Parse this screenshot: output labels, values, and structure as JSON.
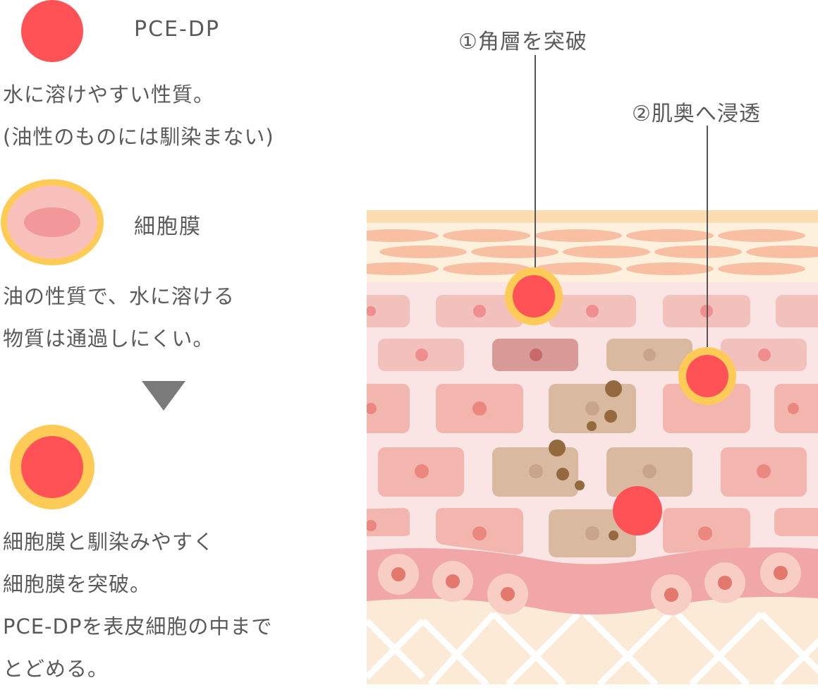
{
  "colors": {
    "pce_red": "#ff5257",
    "membrane_yellow": "#ffcb57",
    "membrane_inner": "#f7c0bb",
    "membrane_core": "#f2979a",
    "arrow_gray": "#7a7a7a",
    "stratum_base": "#fbe9d2",
    "corneocyte": "#f8bfa2",
    "epidermis_bg": "#fbe4e4",
    "cell": "#f3b6ae",
    "cell_nucleus": "#ea8880",
    "melanocyte": "#d9b9a0",
    "melanin": "#94693e",
    "basal_layer": "#f1a7a7",
    "dermis": "#fbebd6"
  },
  "legend": {
    "pce": {
      "icon": "pce-dp-molecule-icon",
      "label": "PCE-DP",
      "desc": [
        "水に溶けやすい性質。",
        "(油性のものには馴染まない)"
      ]
    },
    "membrane": {
      "icon": "cell-membrane-icon",
      "label": "細胞膜",
      "desc": [
        "油の性質で、水に溶ける",
        "物質は通過しにくい。"
      ]
    },
    "arrow": {
      "icon": "down-triangle-arrow-icon"
    },
    "result": {
      "icon": "membrane-wrapped-pce-icon",
      "desc": [
        "細胞膜と馴染みやすく",
        "細胞膜を突破。",
        "PCE-DPを表皮細胞の中まで",
        "とどめる。"
      ]
    }
  },
  "callouts": {
    "step1": "①角層を突破",
    "step2": "②肌奥へ浸透"
  }
}
